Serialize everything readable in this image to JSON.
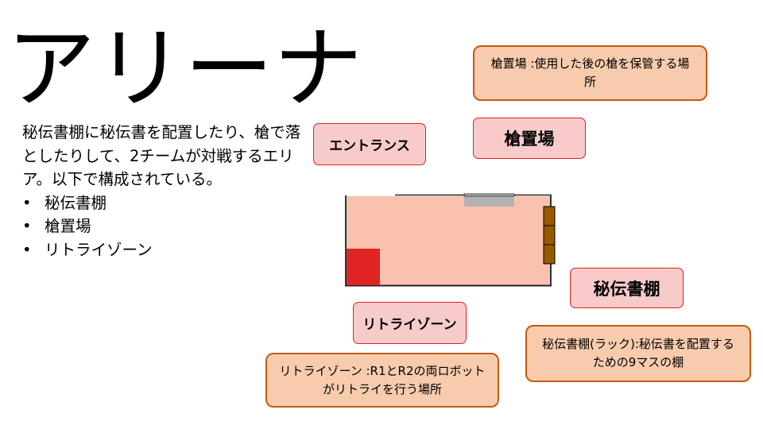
{
  "title": "アリーナ",
  "description": "秘伝書棚に秘伝書を配置したり、槍で落としたりして、2チームが対戦するエリア。以下で構成されている。",
  "bullets": [
    "秘伝書棚",
    "槍置場",
    "リトライゾーン"
  ],
  "labels": {
    "entrance": "エントランス",
    "spear_area": "槍置場",
    "shelf": "秘伝書棚",
    "retry_zone": "リトライゾーン"
  },
  "notes": {
    "spear_area": "槍置場 :使用した後の槍を保管する場所",
    "shelf": "秘伝書棚(ラック):秘伝書を配置するための9マスの棚",
    "retry_zone": "リトライゾーン :R1とR2の両ロボットがリトライを行う場所"
  },
  "colors": {
    "field": "#fbc1af",
    "retry": "#e02424",
    "shelf": "#975a00",
    "note_fill": "#f8cbad",
    "note_border": "#c55a11",
    "label_fill": "#f8cbcb",
    "label_border": "#e02020"
  }
}
